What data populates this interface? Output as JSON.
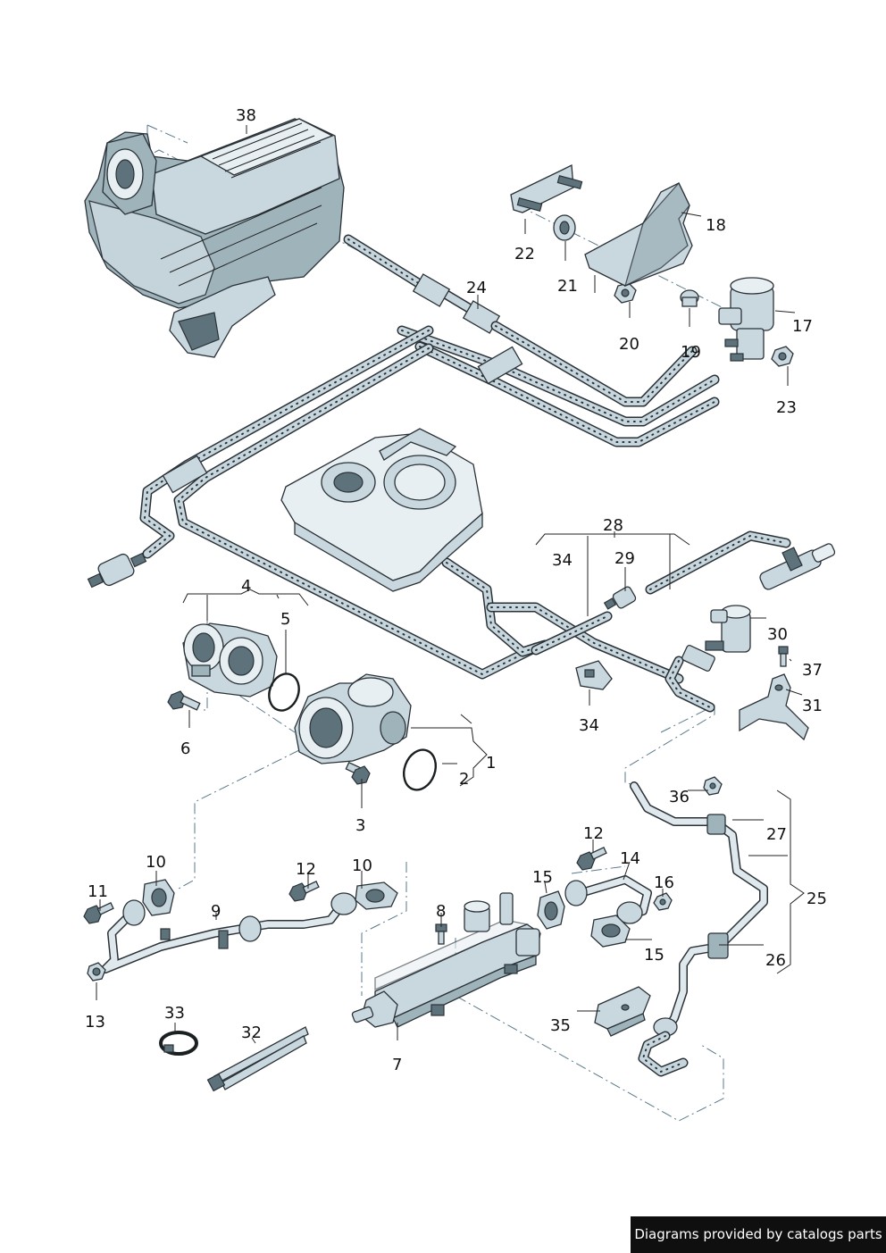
{
  "labels": {
    "p1": "1",
    "p2": "2",
    "p3": "3",
    "p4": "4",
    "p5": "5",
    "p6": "6",
    "p7": "7",
    "p8": "8",
    "p9": "9",
    "p10a": "10",
    "p10b": "10",
    "p11": "11",
    "p12a": "12",
    "p12b": "12",
    "p13": "13",
    "p14": "14",
    "p15a": "15",
    "p15b": "15",
    "p16": "16",
    "p17": "17",
    "p18": "18",
    "p19": "19",
    "p20": "20",
    "p21": "21",
    "p22": "22",
    "p23": "23",
    "p24": "24",
    "p25": "25",
    "p26": "26",
    "p27": "27",
    "p28": "28",
    "p29": "29",
    "p30": "30",
    "p31": "31",
    "p32": "32",
    "p33": "33",
    "p34a": "34",
    "p34b": "34",
    "p35": "35",
    "p36": "36",
    "p37": "37",
    "p38": "38"
  },
  "footer": {
    "text": "Diagrams provided by catalogs parts"
  },
  "colors": {
    "part_fill": "#c9d8de",
    "outline": "#2a3238",
    "footer_bg": "#0f0f0f"
  }
}
